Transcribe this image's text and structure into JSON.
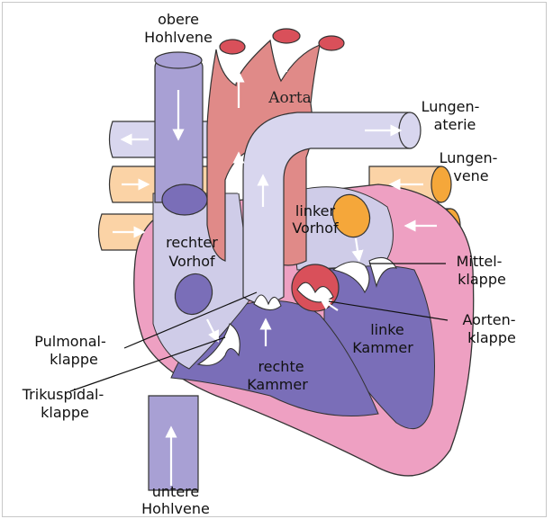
{
  "labels": {
    "sup_vena_1": "obere",
    "sup_vena_2": "Hohlvene",
    "aorta": "Aorta",
    "pulm_artery_1": "Lungen-",
    "pulm_artery_2": "aterie",
    "pulm_vein_1": "Lungen-",
    "pulm_vein_2": "vene",
    "left_atrium_1": "linker",
    "left_atrium_2": "Vorhof",
    "right_atrium_1": "rechter",
    "right_atrium_2": "Vorhof",
    "mitral_1": "Mittel-",
    "mitral_2": "klappe",
    "aortic_valve_1": "Aorten-",
    "aortic_valve_2": "klappe",
    "pulm_valve_1": "Pulmonal-",
    "pulm_valve_2": "klappe",
    "left_vent_1": "linke",
    "left_vent_2": "Kammer",
    "right_vent_1": "rechte",
    "right_vent_2": "Kammer",
    "tricuspid_1": "Trikuspidal-",
    "tricuspid_2": "klappe",
    "inf_vena_1": "untere",
    "inf_vena_2": "Hohlvene"
  },
  "colors": {
    "vena_cava": "#a8a0d4",
    "vena_cava_stroke": "#3a3260",
    "aorta": "#e08a88",
    "aorta_top": "#d9505a",
    "pulmonary": "#d8d6ee",
    "pulm_vein": "#fbd3a6",
    "pulm_vein_end": "#f5a73a",
    "outer_wall": "#eea0c2",
    "right_ventricle": "#7a6eb8",
    "left_ventricle": "#7a6eb8",
    "atrium_light": "#cfcce8",
    "valve": "#ffffff",
    "arrow": "#ffffff",
    "leader": "#111111"
  },
  "icons": [
    "flow-arrow-icon"
  ]
}
